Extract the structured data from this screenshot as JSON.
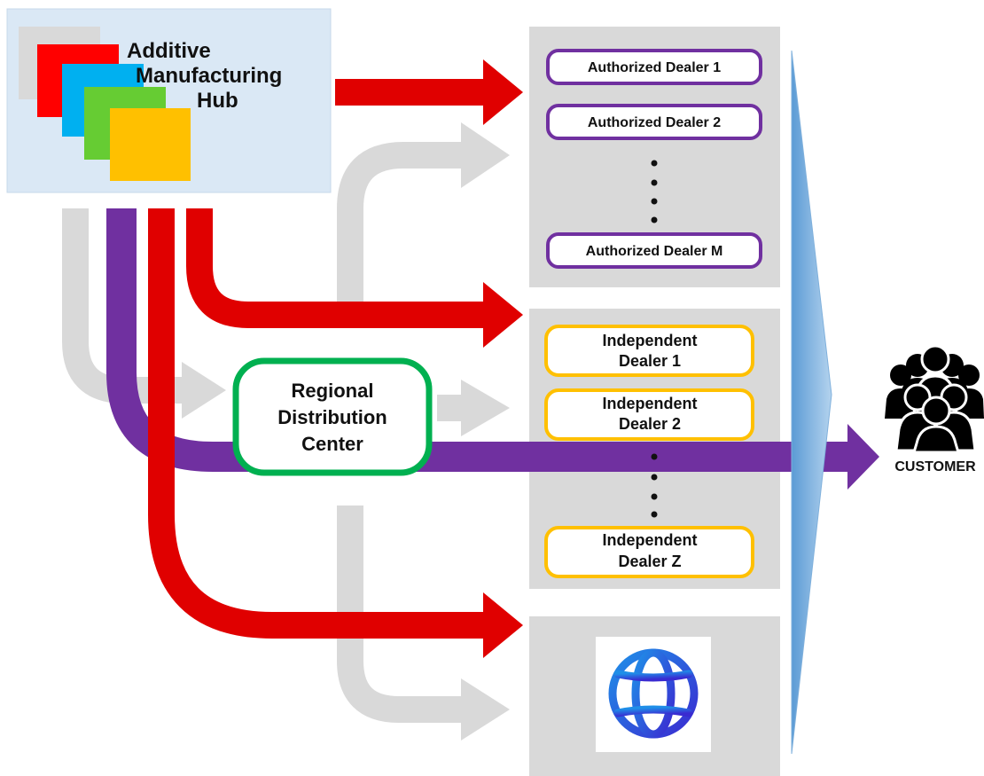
{
  "hub": {
    "title_lines": [
      "Additive",
      "Manufacturing",
      "Hub"
    ],
    "layer_colors": [
      "#d9d9d9",
      "#ff0000",
      "#00b0f0",
      "#66cc33",
      "#ffc000"
    ]
  },
  "regional_center": {
    "lines": [
      "Regional",
      "Distribution",
      "Center"
    ],
    "border_color": "#00b050"
  },
  "authorized_dealers": {
    "border_color": "#7030a0",
    "items": [
      "Authorized Dealer 1",
      "Authorized Dealer 2",
      "Authorized Dealer M"
    ],
    "ellipsis": "more authorized dealers"
  },
  "independent_dealers": {
    "border_color": "#ffc000",
    "items": [
      [
        "Independent",
        "Dealer 1"
      ],
      [
        "Independent",
        "Dealer 2"
      ],
      [
        "Independent",
        "Dealer Z"
      ]
    ],
    "ellipsis": "more independent dealers"
  },
  "online_channel": {
    "icon": "globe-icon"
  },
  "customer": {
    "label": "CUSTOMER",
    "icon": "customer-group-icon"
  },
  "flow_colors": {
    "direct": "#e00000",
    "via_distribution_center": "#7030a0",
    "alternative": "#d9d9d9",
    "channel_funnel": "#9dc3e6"
  }
}
